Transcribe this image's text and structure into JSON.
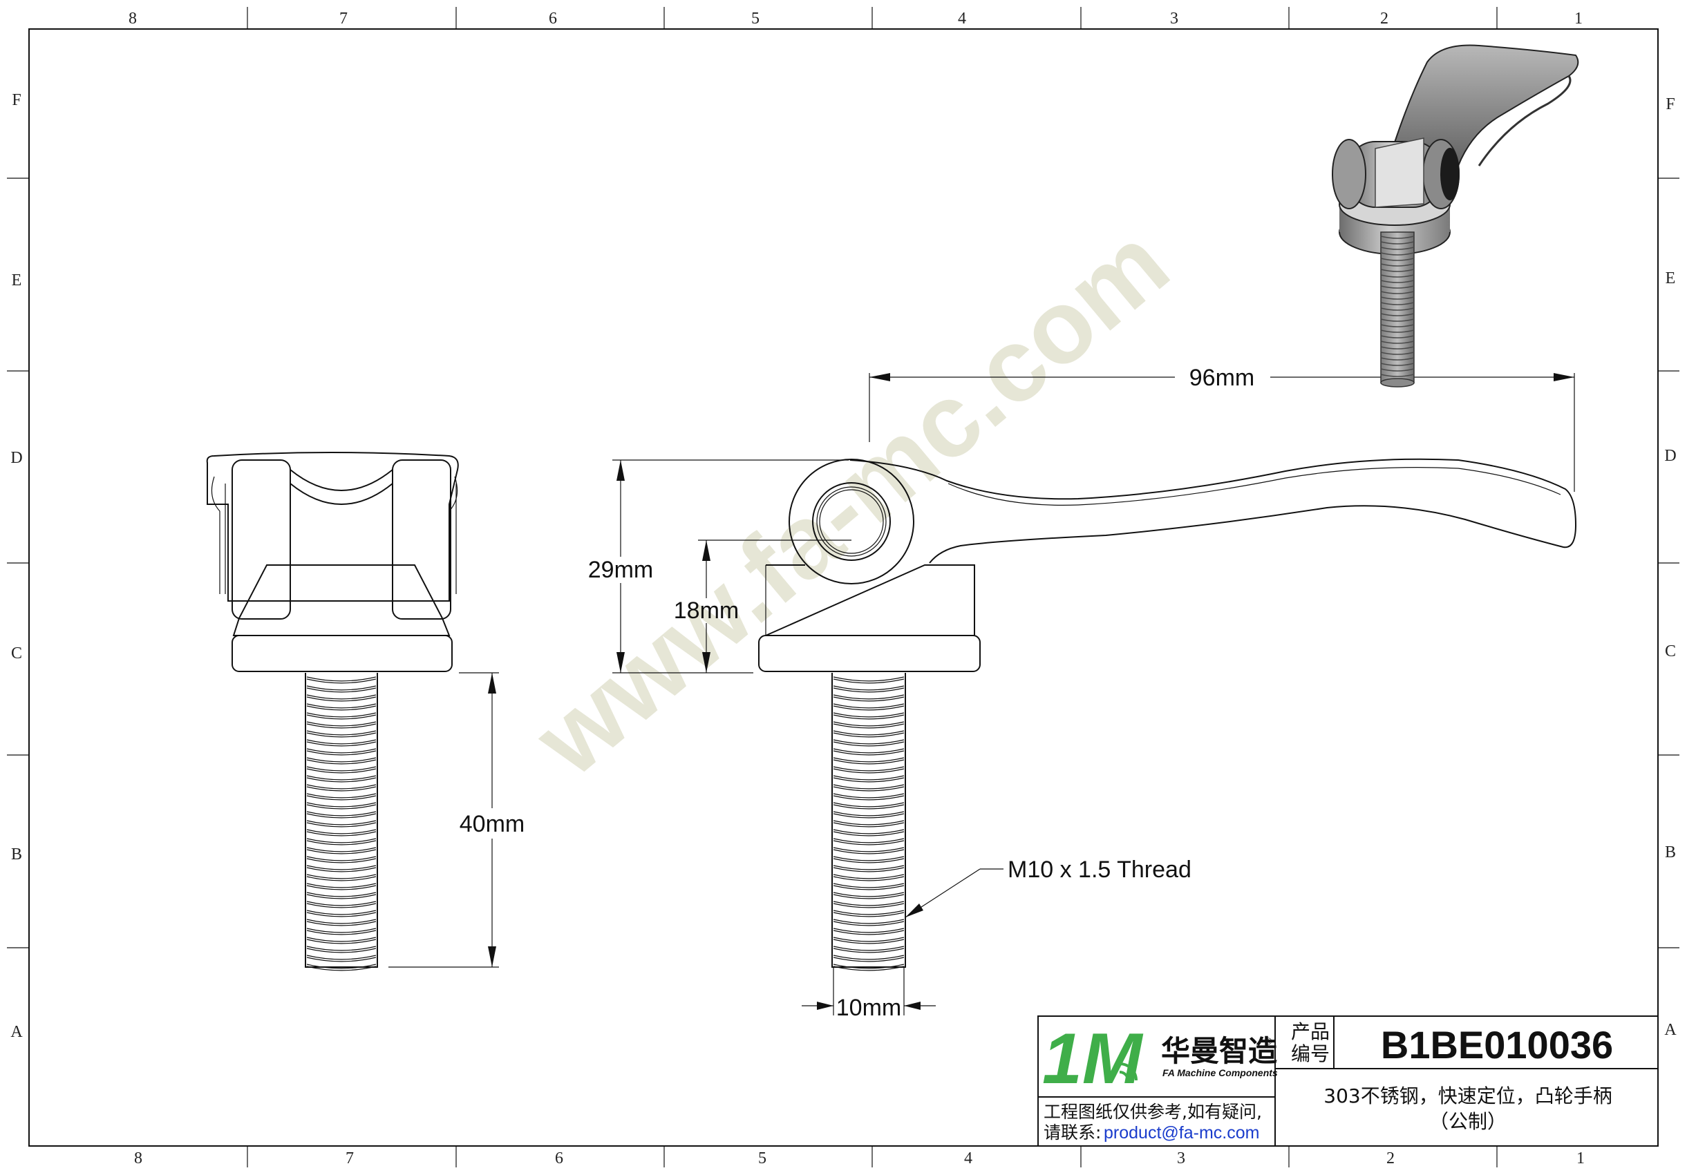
{
  "drawing": {
    "columns": [
      "8",
      "7",
      "6",
      "5",
      "4",
      "3",
      "2",
      "1"
    ],
    "rows": [
      "F",
      "E",
      "D",
      "C",
      "B",
      "A"
    ],
    "watermark": "www.fa-mc.com",
    "dimensions": {
      "length": "96mm",
      "height": "29mm",
      "center_height": "18mm",
      "thread_length": "40mm",
      "diameter": "10mm"
    },
    "thread_callout": "M10 x 1.5 Thread"
  },
  "title_block": {
    "logo_mark": "1M",
    "brand_cn": "华曼智造",
    "brand_en": "FA Machine Components",
    "registered": "®",
    "code_label_line1": "产品",
    "code_label_line2": "编号",
    "product_code": "B1BE010036",
    "disclaimer_line1": "工程图纸仅供参考,如有疑问,",
    "contact_label": "请联系:",
    "contact_email": "product@fa-mc.com",
    "description_line1": "303不锈钢，快速定位，凸轮手柄",
    "description_line2": "（公制）"
  },
  "colors": {
    "line": "#111111",
    "watermark": "#e4e4d2",
    "logo_green": "#3fae49",
    "logo_blue": "#2a3f96",
    "email_blue": "#1a3ccc",
    "render_gray": "#9a9a9a"
  }
}
